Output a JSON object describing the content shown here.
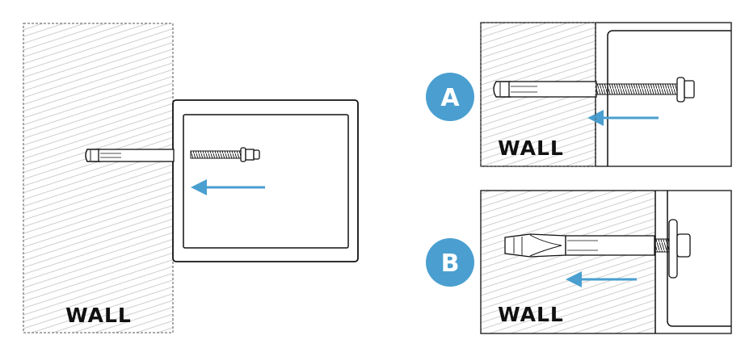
{
  "labels": {
    "wall_main": "WALL",
    "wall_a": "WALL",
    "wall_b": "WALL"
  },
  "badges": {
    "a": "A",
    "b": "B"
  },
  "colors": {
    "accent_blue": "#4a9fd0",
    "line": "#1a1a1a",
    "wall_hatch": "#c8c8c8",
    "background": "#ffffff"
  },
  "icons": [
    "arrow-left-icon",
    "anchor-bolt-icon",
    "expanded-anchor-icon"
  ]
}
